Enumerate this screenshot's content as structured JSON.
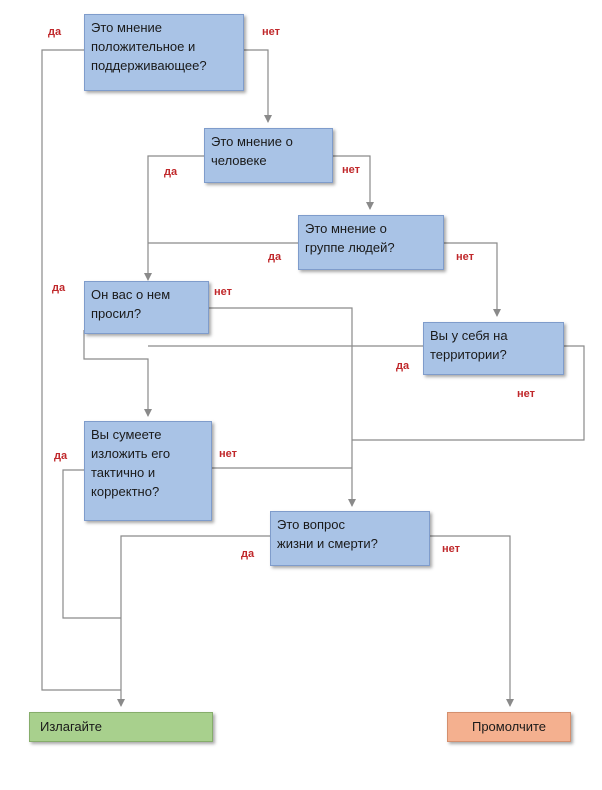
{
  "questions": {
    "q1": "Это мнение\nположительное и\nподдерживающее?",
    "q2": "Это мнение о\nчеловеке",
    "q3": "Это мнение о\nгруппе людей?",
    "q4": "Он вас о нем\nпросил?",
    "q5": "Вы у себя на\nтерритории?",
    "q6": "Вы сумеете\nизложить его\nтактично и\nкорректно?",
    "q7": "Это вопрос\nжизни и смерти?"
  },
  "outcomes": {
    "speak": "Излагайте",
    "silent": "Промолчите"
  },
  "branch_labels": {
    "yes": "да",
    "no": "нет"
  },
  "colors": {
    "question_fill": "#a9c3e6",
    "speak_fill": "#a8d08d",
    "silent_fill": "#f4b08f",
    "branch_label": "#c0282b",
    "line": "#8a8a8a"
  }
}
